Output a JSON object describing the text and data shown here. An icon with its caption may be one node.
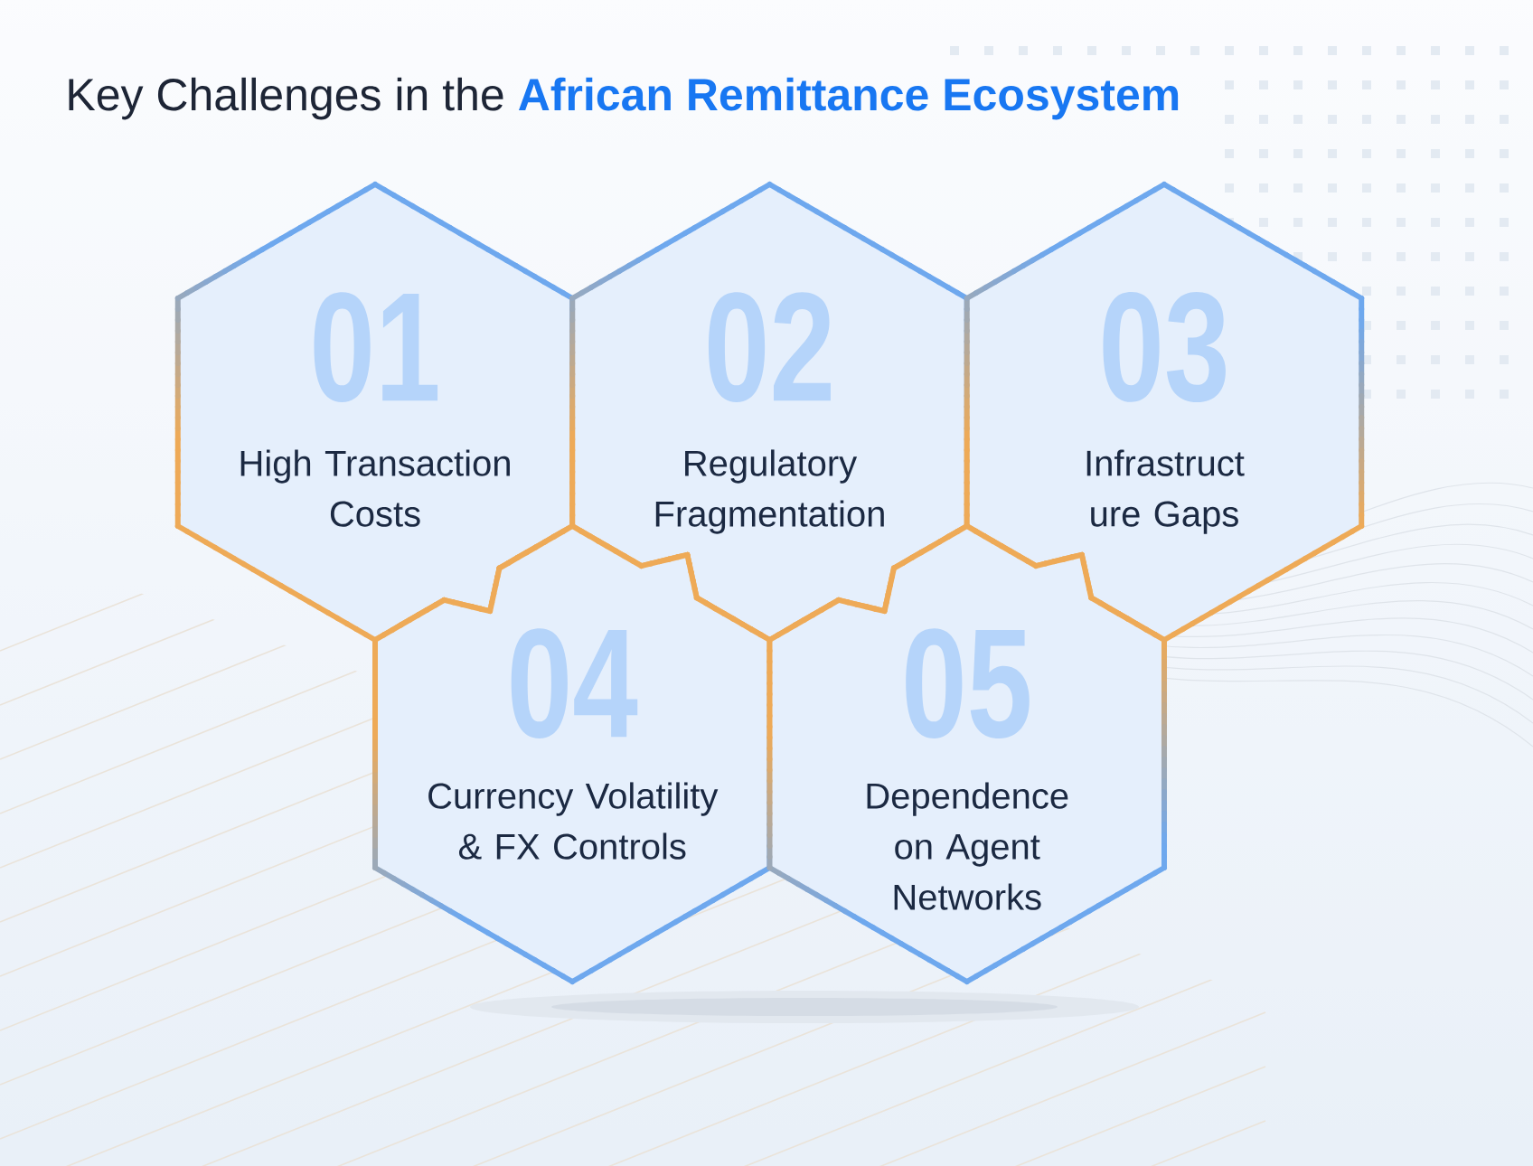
{
  "diagram": {
    "title": "Key Challenges in the **African Remittance Ecosystem**",
    "nodes": [
      {
        "text": [
          "01",
          "High Transaction Costs"
        ]
      },
      {
        "text": [
          "02",
          "Regulatory Fragmentation"
        ]
      },
      {
        "text": [
          "03",
          "Infrastruct ure Gaps"
        ]
      },
      {
        "text": [
          "04",
          "Currency Volatility & FX Controls"
        ]
      },
      {
        "text": [
          "05",
          "Dependence on Agent Networks"
        ]
      }
    ]
  }
}
